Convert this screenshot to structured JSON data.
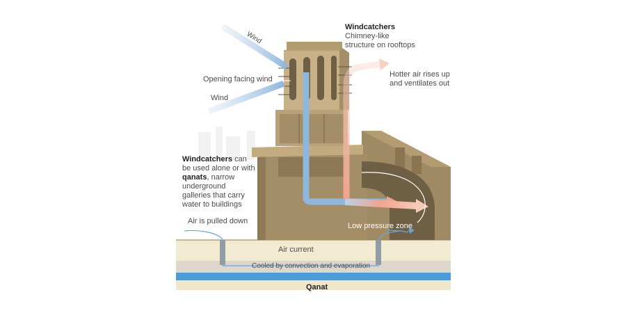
{
  "labels": {
    "windcatchers_title": "Windcatchers",
    "windcatchers_desc_1": "Chimney-like",
    "windcatchers_desc_2": "structure on rooftops",
    "wind_top": "Wind",
    "opening_facing_wind": "Opening facing wind",
    "wind_left": "Wind",
    "hotter_air_1": "Hotter air rises up",
    "hotter_air_2": "and ventilates out",
    "info_bold_1": "Windcatchers",
    "info_text_1": " can",
    "info_text_2": "be used alone or with",
    "info_bold_2": "qanats",
    "info_text_3": ", narrow",
    "info_text_4": "underground",
    "info_text_5": "galleries that carry",
    "info_text_6": "water to buildings",
    "air_pulled_down": "Air is pulled down",
    "low_pressure_zone": "Low pressure zone",
    "air_current": "Air current",
    "cooled": "Cooled by convection and evaporation",
    "qanat": "Qanat"
  },
  "colors": {
    "cool_air": "#8fb7dc",
    "warm_air": "#f2a48e",
    "building": "#a08a64",
    "ground": "#f3ead2",
    "water": "#4d9bd6"
  }
}
